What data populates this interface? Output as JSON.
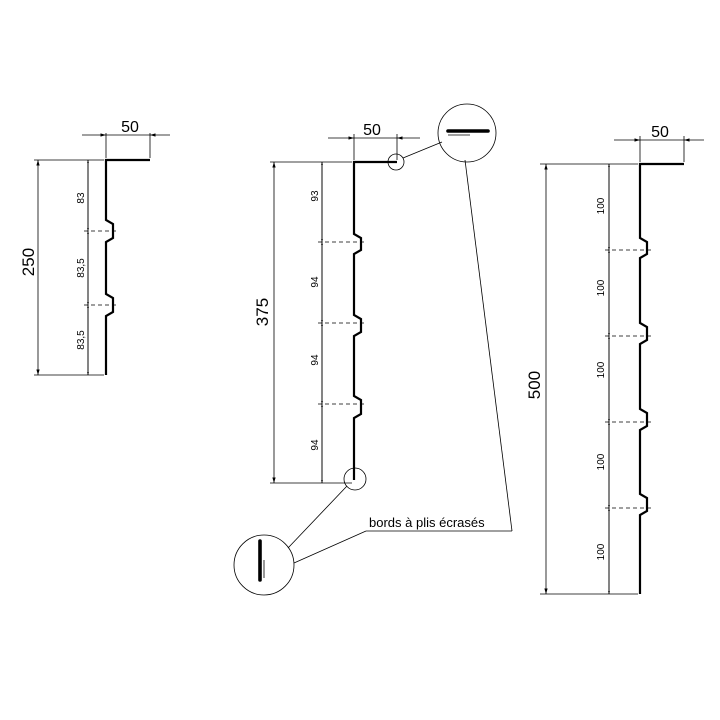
{
  "panels": {
    "left": {
      "height": "250",
      "width": "50",
      "segments": [
        "83",
        "83,5",
        "83,5"
      ]
    },
    "middle": {
      "height": "375",
      "width": "50",
      "segments": [
        "93",
        "94",
        "94",
        "94"
      ]
    },
    "right": {
      "height": "500",
      "width": "50",
      "segments": [
        "100",
        "100",
        "100",
        "100",
        "100"
      ]
    }
  },
  "callout": "bords à plis écrasés"
}
